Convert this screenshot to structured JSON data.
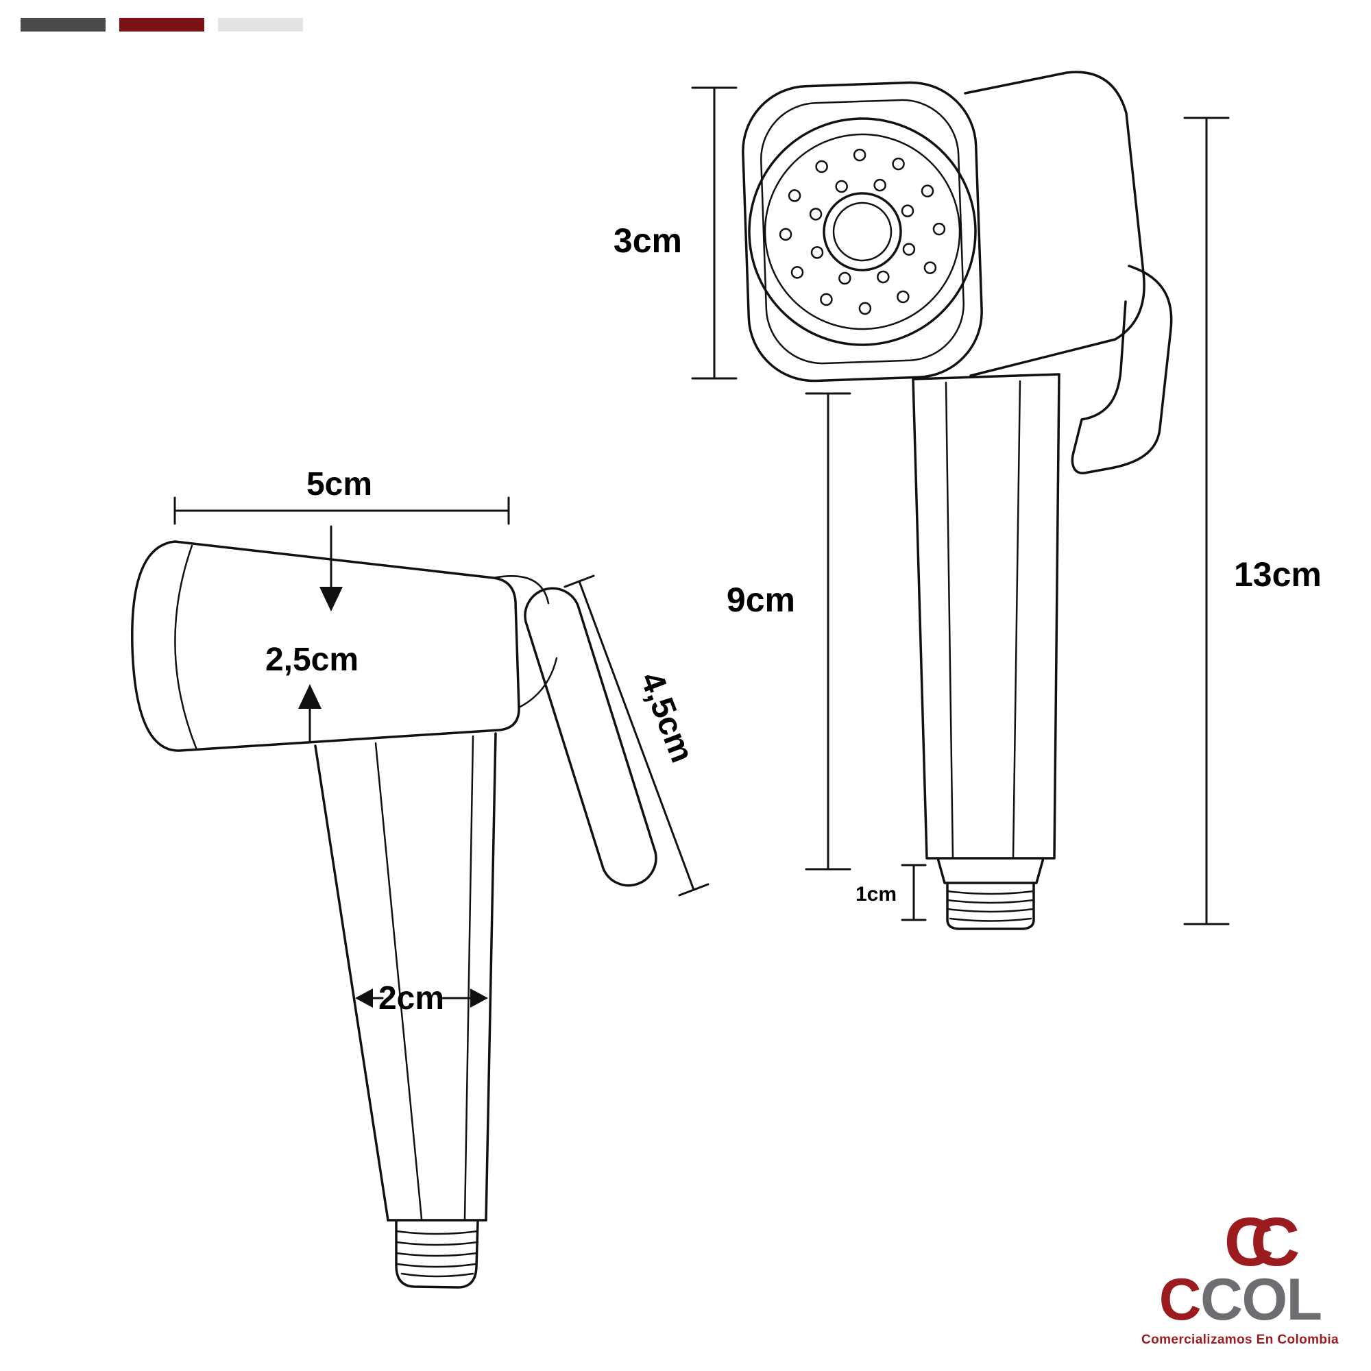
{
  "brand_bars": {
    "bar1_color": "#4a4a4a",
    "bar2_color": "#7b1315",
    "bar3_color": "#e3e3e3"
  },
  "front_view": {
    "head_height_label": "3cm",
    "total_height_label": "13cm",
    "handle_height_label": "9cm",
    "thread_height_label": "1cm"
  },
  "side_view": {
    "head_length_label": "5cm",
    "head_thickness_label": "2,5cm",
    "trigger_length_label": "4,5cm",
    "handle_width_label": "2cm"
  },
  "logo": {
    "mark": "CC",
    "name_first_letter": "C",
    "name_rest": "COL",
    "tagline": "Comercializamos En Colombia",
    "accent_red": "#9b1b1f",
    "gray": "#6d6e71"
  }
}
